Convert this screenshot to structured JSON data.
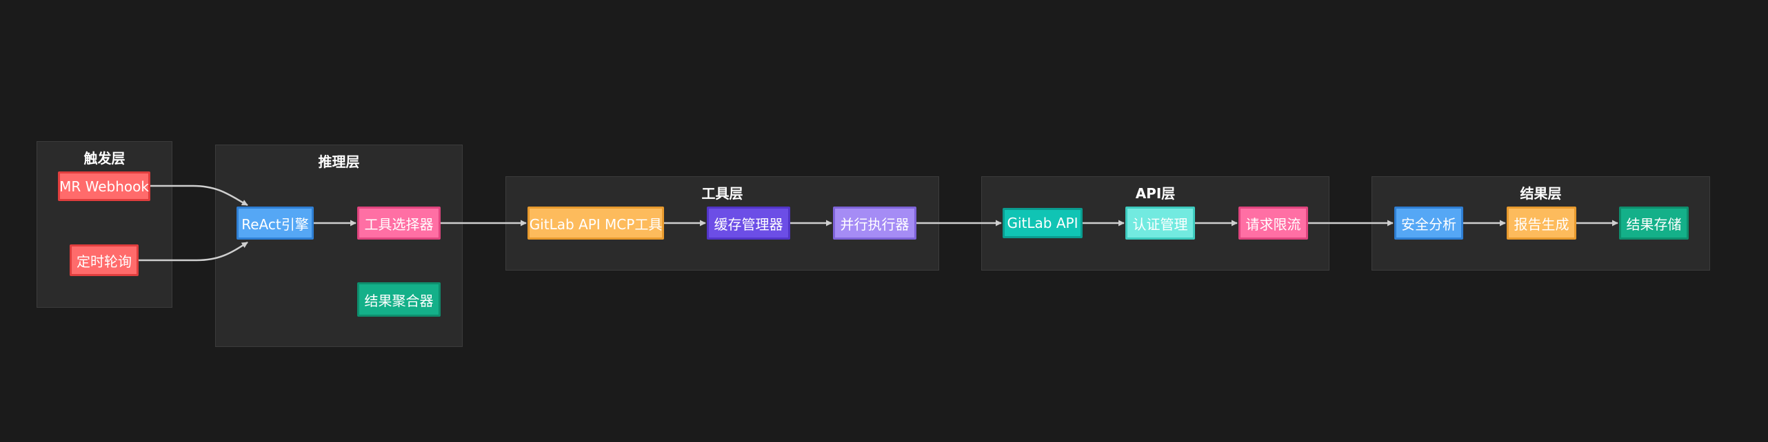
{
  "groups": {
    "trigger": {
      "title": "触发层"
    },
    "reasoning": {
      "title": "推理层"
    },
    "tools": {
      "title": "工具层"
    },
    "api": {
      "title": "API层"
    },
    "results": {
      "title": "结果层"
    }
  },
  "nodes": {
    "mr_webhook": {
      "label": "MR Webhook",
      "fill": "#ff6b6b",
      "stroke": "#e03e3e"
    },
    "scheduled_poll": {
      "label": "定时轮询",
      "fill": "#ff6b6b",
      "stroke": "#e03e3e"
    },
    "react_engine": {
      "label": "ReAct引擎",
      "fill": "#55a7f5",
      "stroke": "#2f7fd4"
    },
    "tool_selector": {
      "label": "工具选择器",
      "fill": "#ff6fa4",
      "stroke": "#e0457f"
    },
    "result_aggregator": {
      "label": "结果聚合器",
      "fill": "#14b089",
      "stroke": "#0e8f6e"
    },
    "gitlab_mcp_tool": {
      "label": "GitLab API MCP工具",
      "fill": "#fdbb5c",
      "stroke": "#e89a2e"
    },
    "cache_manager": {
      "label": "缓存管理器",
      "fill": "#6c4ee6",
      "stroke": "#5235c8"
    },
    "parallel_executor": {
      "label": "并行执行器",
      "fill": "#a58cf5",
      "stroke": "#7f64d9"
    },
    "gitlab_api": {
      "label": "GitLab API",
      "fill": "#10c4b4",
      "stroke": "#0a9c8f"
    },
    "auth_manager": {
      "label": "认证管理",
      "fill": "#72eae0",
      "stroke": "#3ecbbf"
    },
    "rate_limit": {
      "label": "请求限流",
      "fill": "#ff6fa4",
      "stroke": "#e0457f"
    },
    "security_analysis": {
      "label": "安全分析",
      "fill": "#55a7f5",
      "stroke": "#2f7fd4"
    },
    "report_generation": {
      "label": "报告生成",
      "fill": "#fdbb5c",
      "stroke": "#e89a2e"
    },
    "result_storage": {
      "label": "结果存储",
      "fill": "#14b089",
      "stroke": "#0e8f6e"
    }
  },
  "edges": [
    {
      "from": "mr_webhook",
      "to": "react_engine"
    },
    {
      "from": "scheduled_poll",
      "to": "react_engine"
    },
    {
      "from": "react_engine",
      "to": "tool_selector"
    },
    {
      "from": "tool_selector",
      "to": "gitlab_mcp_tool"
    },
    {
      "from": "gitlab_mcp_tool",
      "to": "cache_manager"
    },
    {
      "from": "cache_manager",
      "to": "parallel_executor"
    },
    {
      "from": "parallel_executor",
      "to": "gitlab_api"
    },
    {
      "from": "gitlab_api",
      "to": "auth_manager"
    },
    {
      "from": "auth_manager",
      "to": "rate_limit"
    },
    {
      "from": "rate_limit",
      "to": "security_analysis"
    },
    {
      "from": "security_analysis",
      "to": "report_generation"
    },
    {
      "from": "report_generation",
      "to": "result_storage"
    }
  ],
  "colors": {
    "edge": "#cfcfcf",
    "background": "#1b1b1b",
    "group_fill": "#2b2b2b"
  }
}
